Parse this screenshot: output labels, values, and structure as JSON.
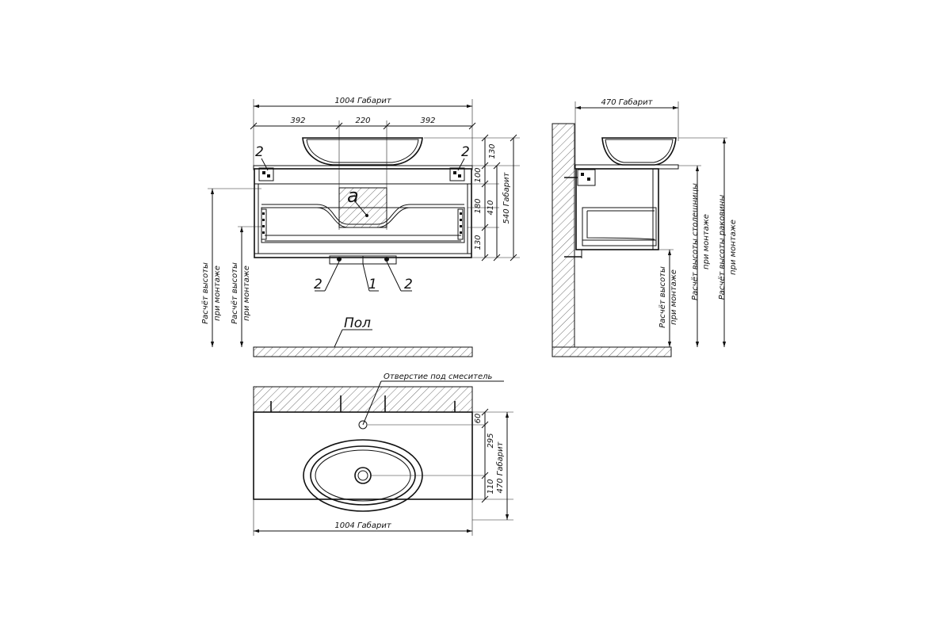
{
  "front_view": {
    "overall_width": "1004 Габарит",
    "seg_left": "392",
    "seg_mid": "220",
    "seg_right": "392",
    "height_130_top": "130",
    "height_100": "100",
    "height_180": "180",
    "height_130_bottom": "130",
    "height_410": "410",
    "overall_height": "540 Габарит",
    "callout_2_tl": "2",
    "callout_2_tr": "2",
    "callout_a": "а",
    "callout_2_bl": "2",
    "callout_1": "1",
    "callout_2_br": "2",
    "height_calc_1": "Расчёт высоты",
    "height_calc_1b": "при монтаже",
    "height_calc_2": "Расчёт высоты",
    "height_calc_2b": "при монтаже",
    "floor_label": "Пол"
  },
  "side_view": {
    "overall_depth": "470 Габарит",
    "label_1a": "Расчёт высоты",
    "label_1b": "при монтаже",
    "label_2a": "Расчёт высоты столешницы",
    "label_2b": "при монтаже",
    "label_3a": "Расчёт высоты раковины",
    "label_3b": "при монтаже"
  },
  "top_view": {
    "mixer_hole_label": "Отверстие под смеситель",
    "dim_60": "60",
    "dim_295": "295",
    "dim_110": "110",
    "overall_depth": "470 Габарит",
    "overall_width": "1004 Габарит"
  }
}
